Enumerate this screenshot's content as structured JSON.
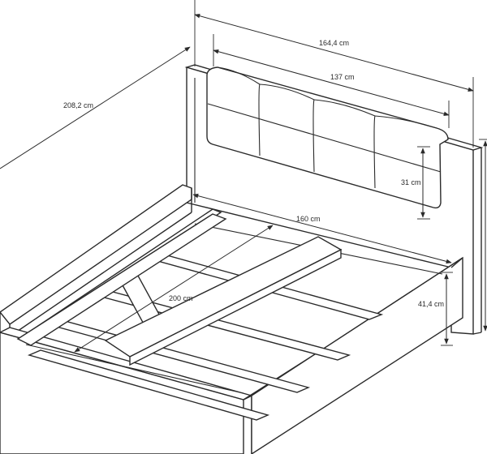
{
  "dimensions": {
    "overall_width": "164,4 cm",
    "headboard_width": "137 cm",
    "overall_length": "208,2 cm",
    "mattress_width": "160 cm",
    "mattress_length": "200 cm",
    "headboard_cushion_height": "31 cm",
    "side_height": "41,4 cm"
  },
  "colors": {
    "stroke": "#2a2a2a",
    "background": "#ffffff"
  }
}
